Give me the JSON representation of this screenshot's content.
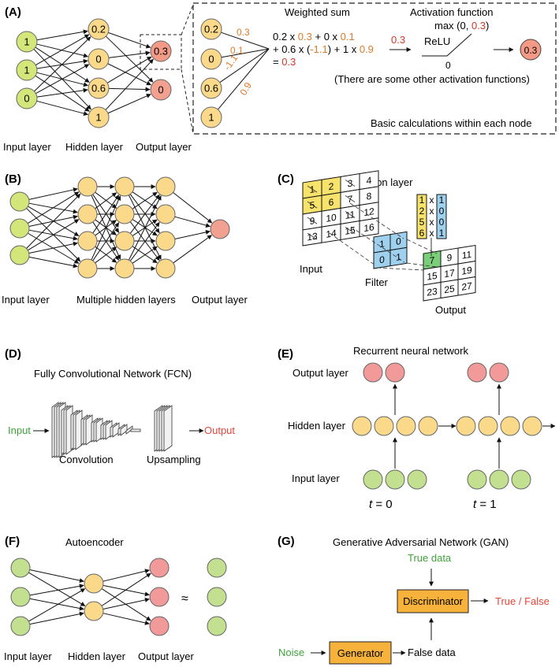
{
  "panels": {
    "A": {
      "label": "(A)",
      "input_values": [
        "1",
        "1",
        "0"
      ],
      "hidden_values": [
        "0.2",
        "0",
        "0.6",
        "1"
      ],
      "output_values": [
        "0.3",
        "0"
      ],
      "layer_labels": [
        "Input layer",
        "Hidden layer",
        "Output layer"
      ],
      "zoom_inputs": [
        "0.2",
        "0",
        "0.6",
        "1"
      ],
      "zoom_weights": [
        "0.3",
        "0.1",
        "-1.1",
        "0.9"
      ],
      "weighted_sum_title": "Weighted sum",
      "ws_line1": [
        "0.2 x ",
        "0.3",
        " + 0 x ",
        "0.1"
      ],
      "ws_line2": [
        "+ 0.6 x (",
        "-1.1",
        ") + 1 x ",
        "0.9"
      ],
      "ws_line3": [
        "= ",
        "0.3"
      ],
      "arrow_value": "0.3",
      "activation_title": "Activation function",
      "activation_formula": [
        "max (0, ",
        "0.3",
        ")"
      ],
      "relu_label": "ReLU",
      "relu_zero": "0",
      "result_value": "0.3",
      "note": "(There are some other activation functions)",
      "caption": "Basic calculations within each node"
    },
    "B": {
      "label": "(B)",
      "layer_labels": [
        "Input layer",
        "Multiple hidden layers",
        "Output layer"
      ]
    },
    "C": {
      "label": "(C)",
      "title": "Convolution layer",
      "input_grid": [
        "1",
        "2",
        "3",
        "4",
        "5",
        "6",
        "7",
        "8",
        "9",
        "10",
        "11",
        "12",
        "13",
        "14",
        "15",
        "16"
      ],
      "filter_grid": [
        "1",
        "0",
        "0",
        "1"
      ],
      "calc_left": [
        "1",
        "2",
        "5",
        "6"
      ],
      "calc_times": [
        "x",
        "x",
        "x",
        "x"
      ],
      "calc_right": [
        "1",
        "0",
        "0",
        "1"
      ],
      "output_grid": [
        "7",
        "9",
        "11",
        "15",
        "17",
        "19",
        "23",
        "25",
        "27"
      ],
      "input_label": "Input",
      "filter_label": "Filter",
      "output_label": "Output"
    },
    "D": {
      "label": "(D)",
      "title": "Fully Convolutional Network (FCN)",
      "input_label": "Input",
      "output_label": "Output",
      "convolution_label": "Convolution",
      "upsampling_label": "Upsampling"
    },
    "E": {
      "label": "(E)",
      "title": "Recurrent neural network",
      "row_labels": [
        "Output layer",
        "Hidden layer",
        "Input layer"
      ],
      "time_labels": [
        "0",
        "1"
      ],
      "time_prefix": "t"
    },
    "F": {
      "label": "(F)",
      "title": "Autoencoder",
      "approx_symbol": "≈",
      "layer_labels": [
        "Input layer",
        "Hidden layer",
        "Output layer"
      ]
    },
    "G": {
      "label": "(G)",
      "title": "Generative Adversarial Network (GAN)",
      "true_data": "True data",
      "discriminator": "Discriminator",
      "true_false": "True / False",
      "noise": "Noise",
      "generator": "Generator",
      "false_data": "False data"
    }
  },
  "colors": {
    "input_green": "#d3e67a",
    "hidden_orange": "#fbd98a",
    "output_red": "#f2a08f",
    "highlight_red": "#f29a86",
    "green_node": "#c2e08f",
    "pink_node": "#f29a9a",
    "accent_orange": "#e07a2a",
    "accent_red": "#d23a2a",
    "green_text": "#3ea33a",
    "red_text": "#e0473a",
    "grid_yellow": "#f7e36b",
    "filter_blue": "#9fd1ee",
    "output_green": "#7ccf7a",
    "box_orange": "#f6b23a"
  }
}
